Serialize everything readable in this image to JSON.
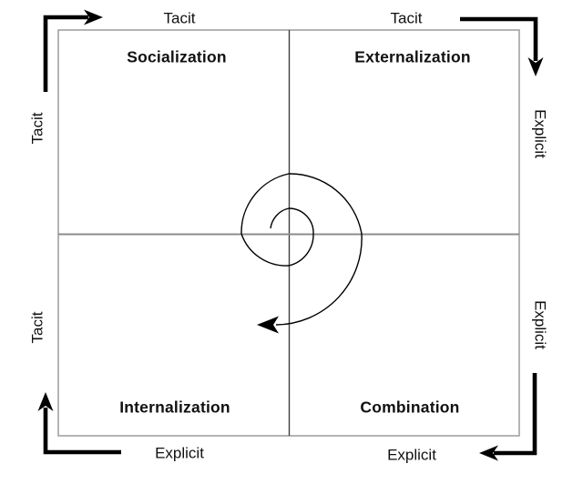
{
  "quadrant_labels": {
    "top_left": "Socialization",
    "top_right": "Externalization",
    "bottom_left": "Internalization",
    "bottom_right": "Combination"
  },
  "axis_labels": {
    "top_left": "Tacit",
    "top_right": "Tacit",
    "left_top": "Tacit",
    "left_bottom": "Tacit",
    "right_top": "Explicit",
    "right_bottom": "Explicit",
    "bottom_left": "Explicit",
    "bottom_right": "Explicit"
  },
  "colors": {
    "background": "#ffffff",
    "text": "#111111",
    "arrow": "#000000",
    "box_border": "#9c9c9c",
    "vertical_divider": "#3f3f3f",
    "horizontal_divider": "#8c8c8c"
  }
}
